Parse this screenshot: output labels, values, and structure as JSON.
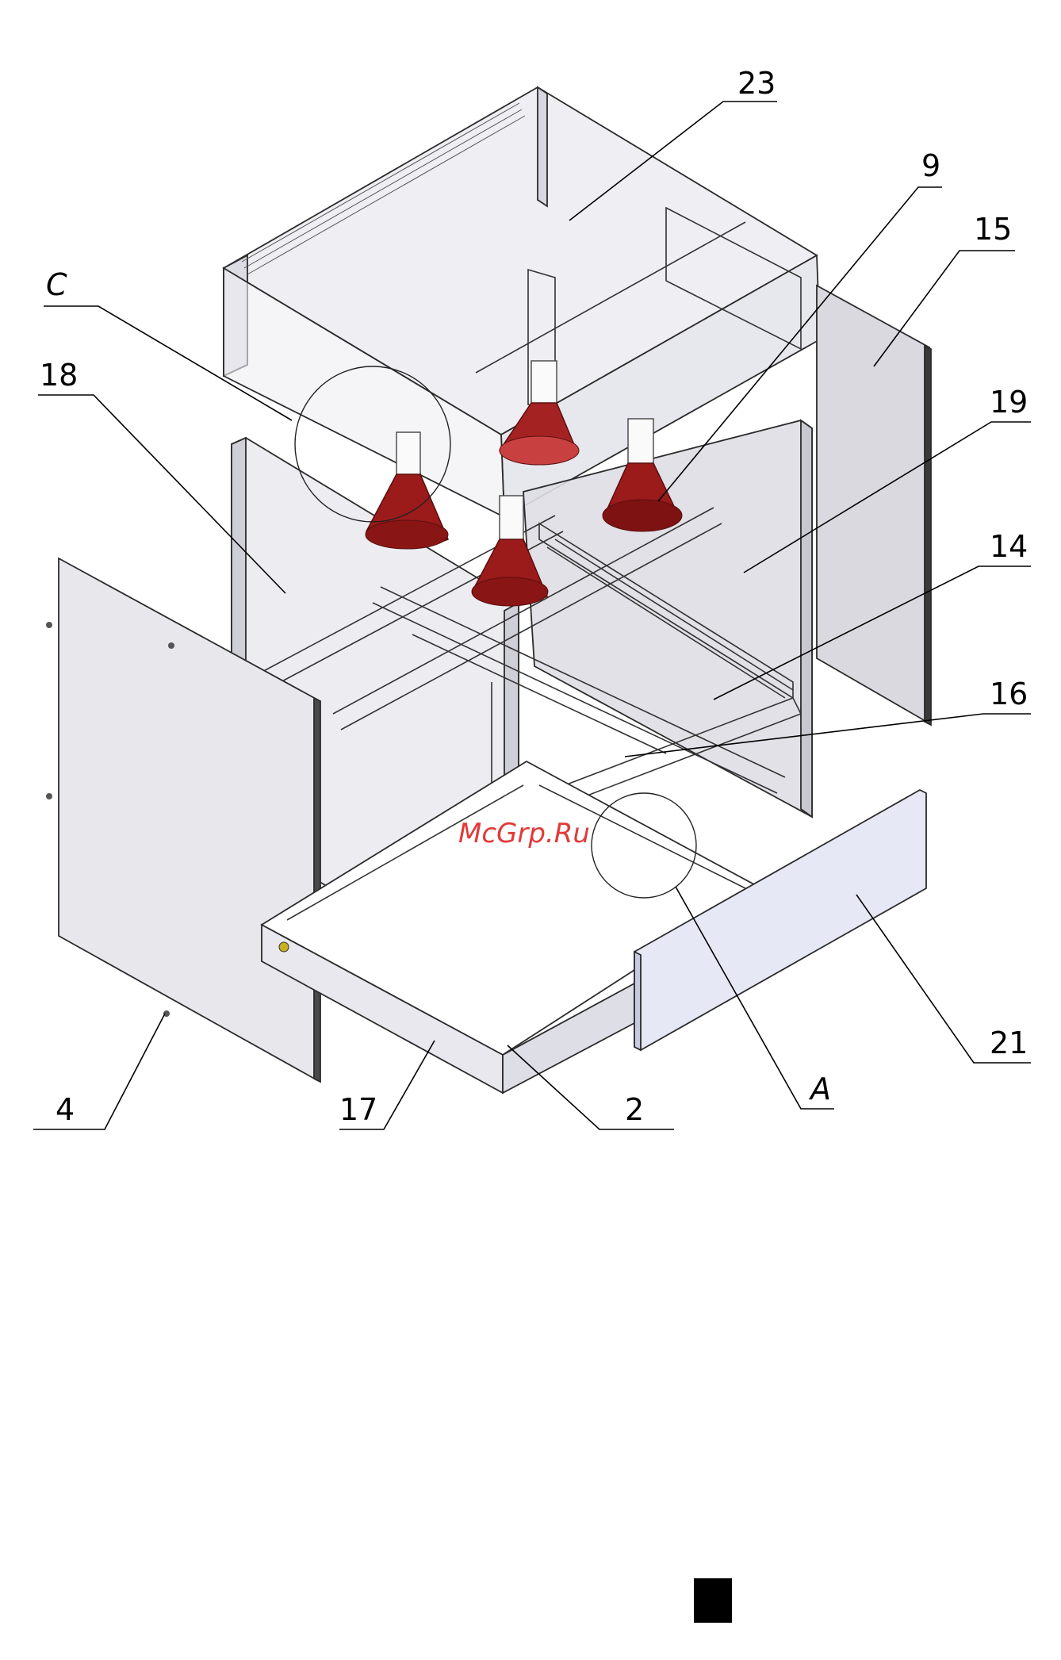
{
  "callouts": [
    {
      "id": "23",
      "label": "23"
    },
    {
      "id": "9",
      "label": "9"
    },
    {
      "id": "15",
      "label": "15"
    },
    {
      "id": "C",
      "label": "C"
    },
    {
      "id": "18",
      "label": "18"
    },
    {
      "id": "19",
      "label": "19"
    },
    {
      "id": "14",
      "label": "14"
    },
    {
      "id": "16",
      "label": "16"
    },
    {
      "id": "21",
      "label": "21"
    },
    {
      "id": "A",
      "label": "A"
    },
    {
      "id": "4",
      "label": "4"
    },
    {
      "id": "17",
      "label": "17"
    },
    {
      "id": "2",
      "label": "2"
    }
  ],
  "watermark": "McGrp.Ru",
  "colors": {
    "lamp": "#9b1a1a",
    "lamp_highlight": "#c94040",
    "panel_fill": "#e9e9ee",
    "panel_fill_light": "#f2f2f6",
    "panel_fill_blue": "#e6e8f5",
    "watermark": "#e23a3a",
    "page_marker": "#000000"
  }
}
